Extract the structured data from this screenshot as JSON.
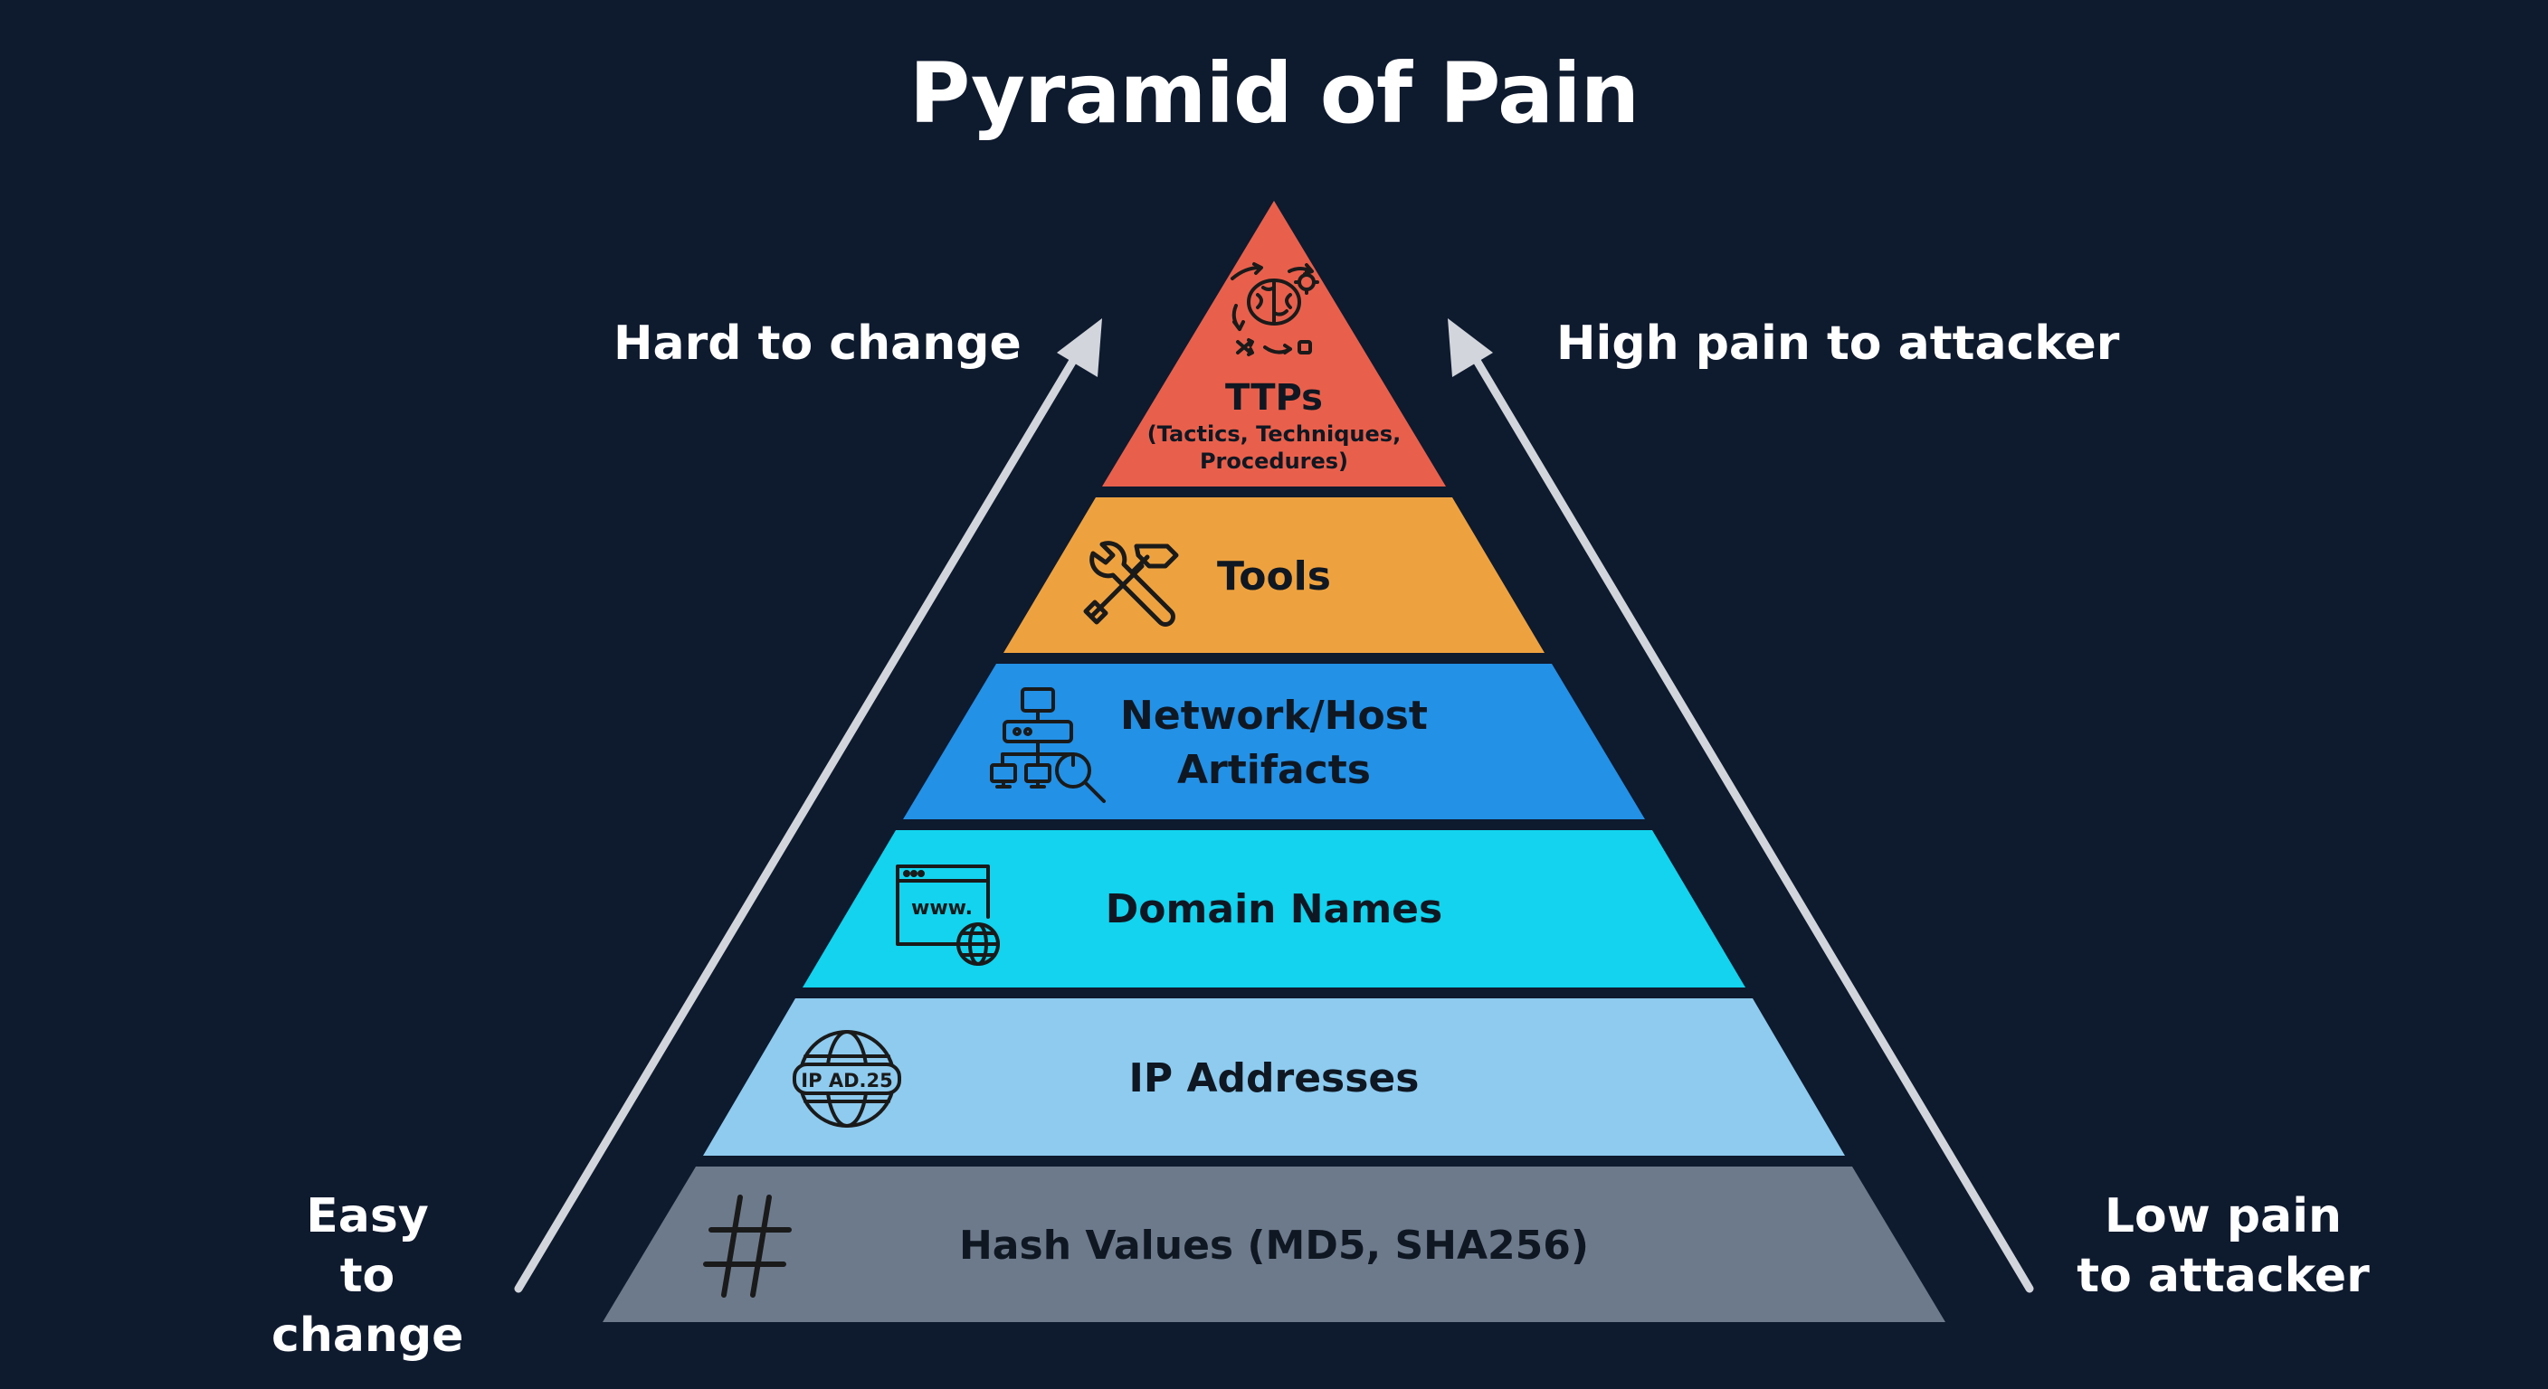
{
  "title": "Pyramid of Pain",
  "side_labels": {
    "hard_to_change": "Hard to change",
    "high_pain": "High pain to attacker",
    "easy_to_change": "Easy to change",
    "low_pain": "Low pain to attacker"
  },
  "layers": [
    {
      "label": "TTPs",
      "sublabel_1": "(Tactics, Techniques,",
      "sublabel_2": "Procedures)",
      "color": "#e8604c",
      "icon": "brain-process-icon"
    },
    {
      "label": "Tools",
      "color": "#eea23f",
      "icon": "wrench-hammer-icon"
    },
    {
      "label_1": "Network/Host",
      "label_2": "Artifacts",
      "color": "#2391e6",
      "icon": "network-search-icon"
    },
    {
      "label": "Domain Names",
      "color": "#13d3ee",
      "icon": "www-globe-icon"
    },
    {
      "label": "IP Addresses",
      "color": "#8ecbef",
      "icon": "ip-globe-icon",
      "icon_text": "IP AD.25"
    },
    {
      "label": "Hash Values (MD5, SHA256)",
      "color": "#6d7a8c",
      "icon": "hash-icon"
    }
  ],
  "colors": {
    "background": "#0e1a2e",
    "arrow": "#d2d6dc",
    "text_dark": "#0f1722",
    "text_light": "#ffffff"
  }
}
